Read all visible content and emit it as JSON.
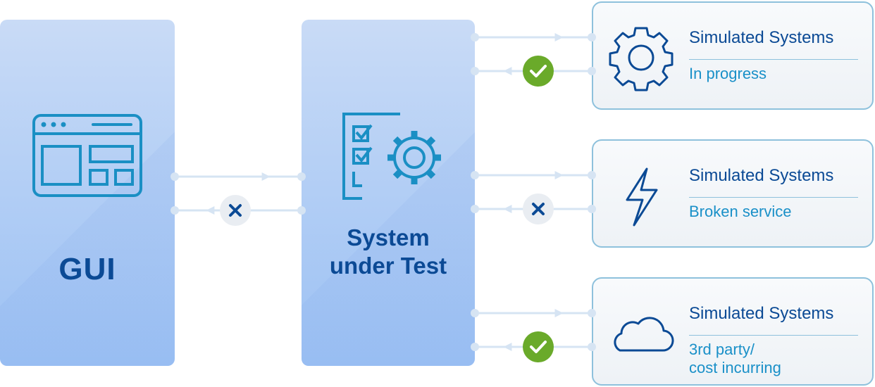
{
  "gui": {
    "title": "GUI"
  },
  "sut": {
    "title_line1": "System",
    "title_line2": "under Test"
  },
  "systems": [
    {
      "title": "Simulated Systems",
      "status": "In progress",
      "status_line2": "",
      "icon": "gear-icon",
      "result": "success"
    },
    {
      "title": "Simulated Systems",
      "status": "Broken service",
      "status_line2": "",
      "icon": "lightning-icon",
      "result": "failure"
    },
    {
      "title": "Simulated Systems",
      "status": "3rd party/",
      "status_line2": "cost incurring",
      "icon": "cloud-icon",
      "result": "success"
    }
  ],
  "gui_link": {
    "result": "failure"
  },
  "colors": {
    "brand": "#0b4a95",
    "accent": "#1a90c8",
    "success": "#6aaa2a",
    "failure_badge": "#e9edf2"
  }
}
